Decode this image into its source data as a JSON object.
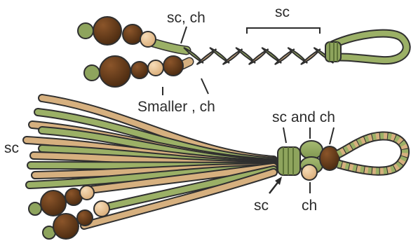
{
  "labels": {
    "top_sc_ch": "sc, ch",
    "top_sc": "sc",
    "smaller_ch": "Smaller , ch",
    "left_sc": "sc",
    "sc_and_ch": "sc and ch",
    "bottom_sc": "sc",
    "bottom_ch": "ch"
  },
  "colors": {
    "green": "#8ea45d",
    "green_dark": "#5d7337",
    "tan": "#d8b184",
    "tan_dark": "#a9824f",
    "brown": "#6e3f1c",
    "brown_dark": "#3f230e",
    "bead_light": "#ecc79a",
    "outline": "#2f2f2f"
  }
}
